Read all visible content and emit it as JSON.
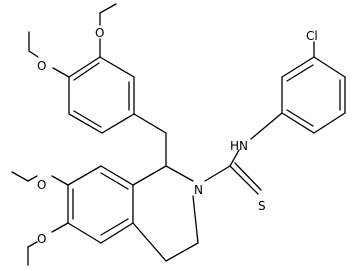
{
  "molecule": {
    "atom_labels": {
      "o_top_1": "O",
      "o_top_2": "O",
      "o_left_1": "O",
      "o_left_2": "O",
      "nh": "HN",
      "n_ring": "N",
      "s": "S",
      "cl": "Cl"
    },
    "colors": {
      "bond": "#000000",
      "label": "#000000",
      "background": "#ffffff"
    }
  }
}
